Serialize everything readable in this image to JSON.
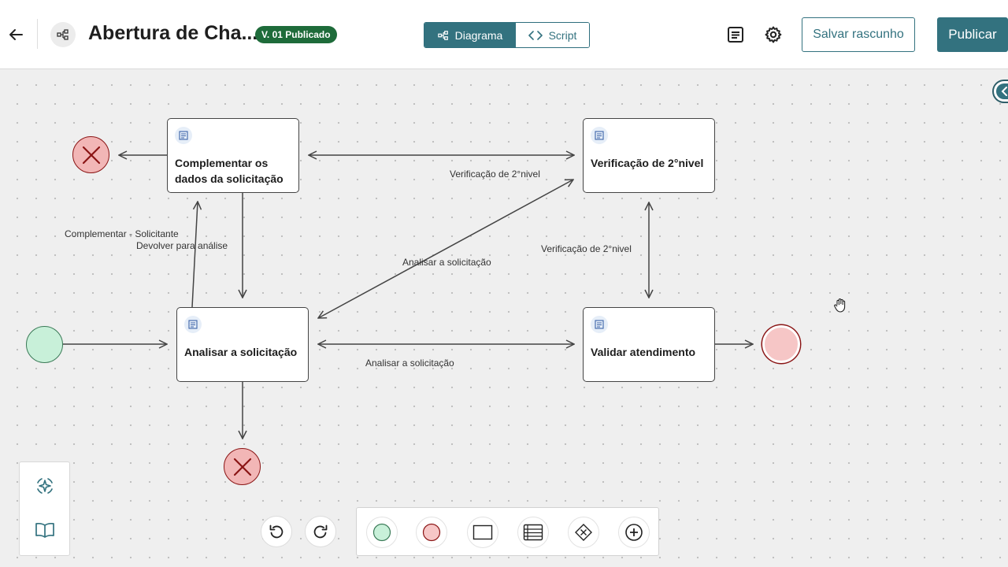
{
  "header": {
    "title": "Abertura de Cha...",
    "version_badge": "V. 01 Publicado",
    "view_toggle": {
      "diagram_label": "Diagrama",
      "script_label": "Script",
      "active": "Diagrama"
    },
    "save_draft_label": "Salvar rascunho",
    "publish_label": "Publicar"
  },
  "diagram": {
    "tasks": {
      "complementar": "Complementar os dados da solicitação",
      "verificacao": "Verificação de 2°nivel",
      "analisar": "Analisar a solicitação",
      "validar": "Validar atendimento"
    },
    "edge_labels": {
      "top": "Verificação de 2°nivel",
      "left_1": "Complementar - Solicitante",
      "left_2": "Devolver para análise",
      "diagonal": "Analisar a solicitação",
      "right_vertical": "Verificação de 2°nivel",
      "bottom": "Analisar a solicitação"
    }
  },
  "colors": {
    "accent": "#33727f",
    "badge": "#1e6b3a",
    "start_fill": "#c8f0d9",
    "end_fill": "#f6c6c6",
    "cancel_stroke": "#8a1414"
  },
  "icons": {
    "back": "arrow-left-icon",
    "flow": "flow-diagram-icon",
    "document": "document-icon",
    "settings": "gear-icon",
    "undo": "undo-icon",
    "redo": "redo-icon",
    "ai": "sparkle-icon",
    "guide": "book-icon"
  }
}
